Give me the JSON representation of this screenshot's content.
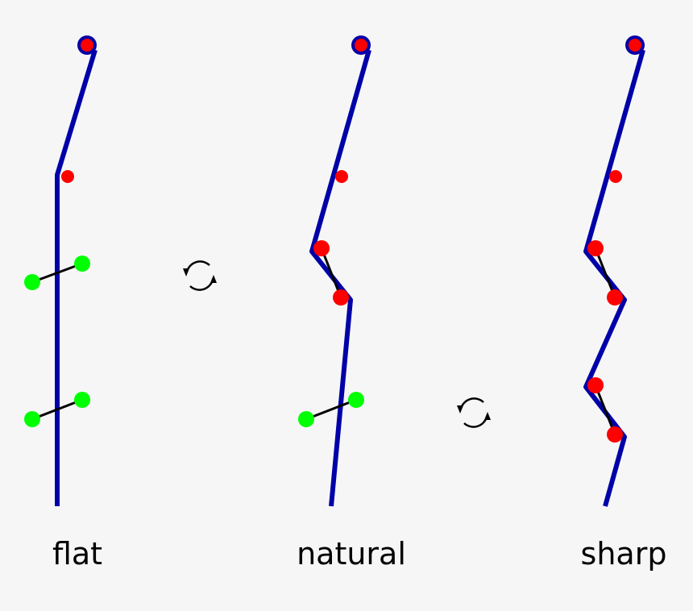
{
  "labels": {
    "flat": "flat",
    "natural": "natural",
    "sharp": "sharp"
  },
  "colors": {
    "background": "#f6f6f7",
    "curve": "#0000a8",
    "note": "#ff0000",
    "pending_note": "#00ff00",
    "link": "#000000",
    "arrow": "#000000"
  },
  "icons": [
    "cycle-arrows-icon",
    "cycle-arrows-icon"
  ]
}
